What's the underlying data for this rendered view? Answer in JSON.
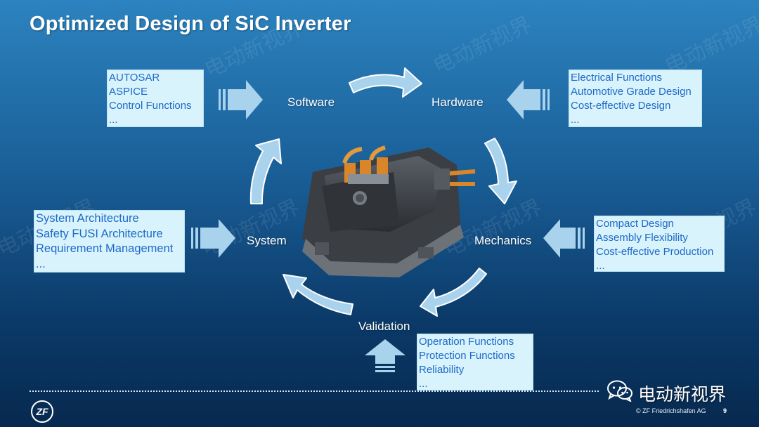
{
  "slide": {
    "title": "Optimized Design of SiC Inverter",
    "page_number": "9",
    "copyright": "© ZF Friedrichshafen AG",
    "logo_text": "ZF"
  },
  "watermark": {
    "text": "电动新视界",
    "icon": "wechat-icon"
  },
  "nodes": {
    "software": "Software",
    "hardware": "Hardware",
    "mechanics": "Mechanics",
    "validation": "Validation",
    "system": "System"
  },
  "boxes": {
    "software": [
      "AUTOSAR",
      "ASPICE",
      "Control Functions",
      "..."
    ],
    "hardware": [
      "Electrical Functions",
      "Automotive Grade Design",
      "Cost-effective Design",
      "..."
    ],
    "system": [
      "System Architecture",
      "Safety FUSI Architecture",
      "Requirement Management",
      "..."
    ],
    "mechanics": [
      "Compact Design",
      "Assembly Flexibility",
      "Cost-effective Production",
      "..."
    ],
    "validation": [
      "Operation Functions",
      "Protection Functions",
      "Reliability",
      "..."
    ]
  },
  "colors": {
    "box_bg": "#d8f3fc",
    "box_text": "#1e69c9",
    "arrow_fill": "#a9d2ec",
    "background_top": "#2c83bf",
    "background_bottom": "#07294f"
  }
}
